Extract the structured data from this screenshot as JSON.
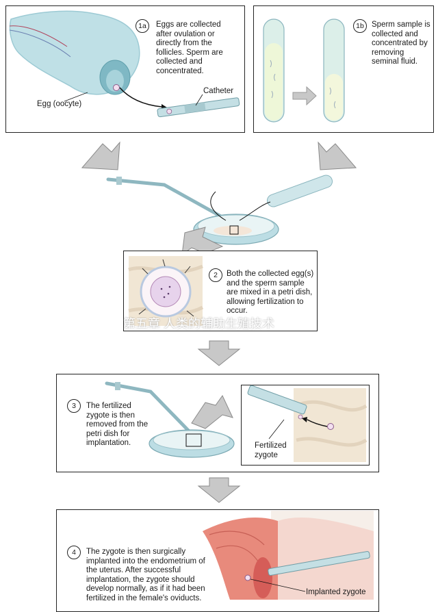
{
  "step_1a": {
    "badge": "1a",
    "text": "Eggs are collected after ovulation or directly from the follicles. Sperm are collected and concentrated."
  },
  "step_1b": {
    "badge": "1b",
    "text": "Sperm sample is collected and concentrated by removing seminal fluid."
  },
  "step_2": {
    "badge": "2",
    "text": "Both the collected egg(s) and the sperm sample are mixed in a petri dish, allowing fertilization to occur."
  },
  "step_3": {
    "badge": "3",
    "text": "The fertilized zygote is then removed from the petri dish for implantation."
  },
  "step_4": {
    "badge": "4",
    "text": "The zygote is then surgically implanted into the endometrium of the uterus. After successful implantation, the zygote should develop normally, as if it had been fertilized in the female's oviducts."
  },
  "labels": {
    "egg": "Egg (oocyte)",
    "catheter": "Catheter",
    "fertilized_zygote": "Fertilized zygote",
    "implanted_zygote": "Implanted zygote"
  },
  "watermark": "第五章 人类的辅助生殖技术",
  "colors": {
    "tissue": "#8fc4cf",
    "glass": "#cfe6ea",
    "arrow": "#c8c8c8",
    "uterus": "#e88a7c",
    "dish": "#bcdde4"
  }
}
